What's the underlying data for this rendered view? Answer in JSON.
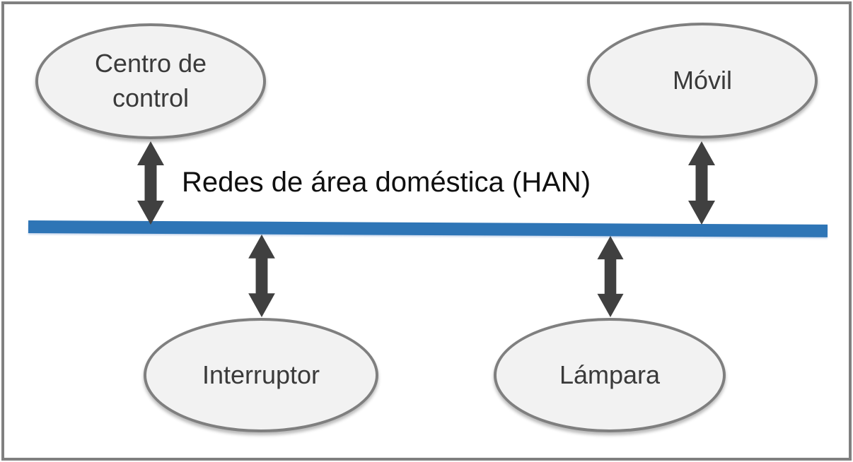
{
  "diagram": {
    "title": "Redes de área doméstica (HAN)",
    "nodes": [
      {
        "id": "centro-de-control",
        "label": "Centro de control",
        "position": "top-left"
      },
      {
        "id": "movil",
        "label": "Móvil",
        "position": "top-right"
      },
      {
        "id": "interruptor",
        "label": "Interruptor",
        "position": "bottom-left"
      },
      {
        "id": "lampara",
        "label": "Lámpara",
        "position": "bottom-right"
      }
    ],
    "bus": {
      "id": "han-bus",
      "label": "Redes de área doméstica (HAN)"
    },
    "connections": [
      {
        "from": "centro-de-control",
        "to": "han-bus",
        "type": "bidirectional-arrow"
      },
      {
        "from": "movil",
        "to": "han-bus",
        "type": "bidirectional-arrow"
      },
      {
        "from": "interruptor",
        "to": "han-bus",
        "type": "bidirectional-arrow"
      },
      {
        "from": "lampara",
        "to": "han-bus",
        "type": "bidirectional-arrow"
      }
    ],
    "colors": {
      "bus_blue": "#2e75b6",
      "arrow_gray": "#404040",
      "node_fill": "#f2f2f2",
      "node_stroke": "#7f7f7f",
      "frame_gray": "#808080",
      "title_text": "#0f0f0f",
      "node_text": "#3a3a3a",
      "background": "#ffffff"
    }
  }
}
